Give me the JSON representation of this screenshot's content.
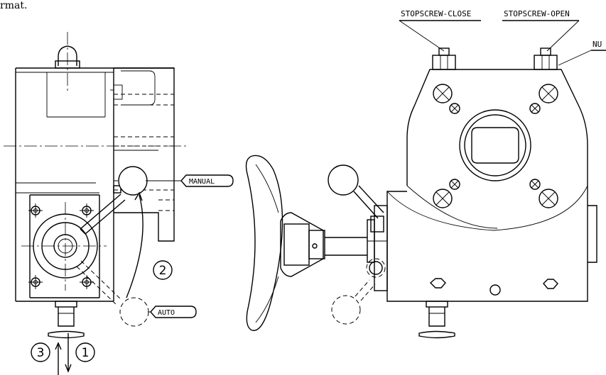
{
  "header_fragment": "rmat.",
  "labels": {
    "stopscrew_close": "STOPSCREW-CLOSE",
    "stopscrew_open": "STOPSCREW-OPEN",
    "nut": "NU",
    "manual": "MANUAL",
    "auto": "AUTO"
  },
  "steps": {
    "one": "1",
    "two": "2",
    "three": "3"
  },
  "colors": {
    "line": "#000000",
    "background": "#ffffff"
  }
}
